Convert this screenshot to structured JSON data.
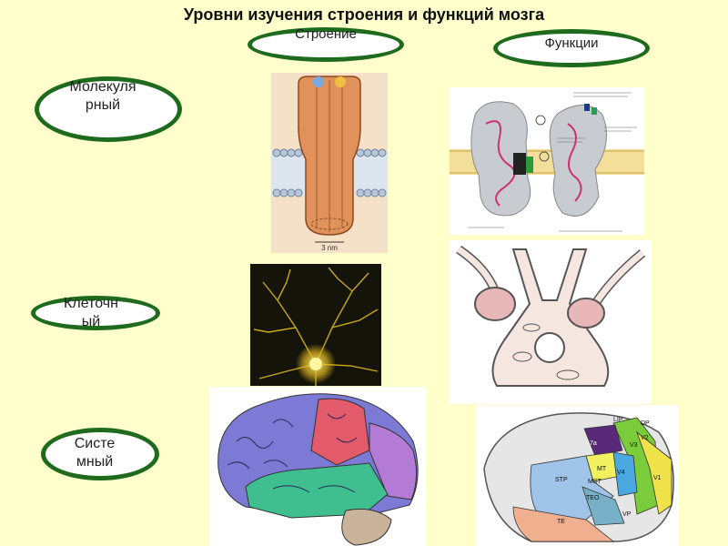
{
  "title": "Уровни изучения строения и функций мозга",
  "headers": {
    "structure": "Строение",
    "functions": "Функции"
  },
  "levels": [
    {
      "label": "Молекуля\nрный"
    },
    {
      "label": "Клеточн\nый"
    },
    {
      "label": "Систе\nмный"
    }
  ],
  "images": [
    {
      "icon": "ion-channel-structure-icon"
    },
    {
      "icon": "ion-channel-function-icon"
    },
    {
      "icon": "neuron-photo-icon"
    },
    {
      "icon": "synapse-diagram-icon"
    },
    {
      "icon": "brain-lobes-icon"
    },
    {
      "icon": "visual-cortex-map-icon"
    }
  ],
  "figure_labels": {
    "scale": "3 nm",
    "areas": [
      "7a",
      "MT",
      "MST",
      "V4",
      "V3",
      "V2",
      "V1",
      "TEO",
      "TE",
      "STP",
      "VP",
      "LIP",
      "DP"
    ]
  },
  "colors": {
    "background": "#ffffcc",
    "oval_border": "#1e6b1e"
  }
}
